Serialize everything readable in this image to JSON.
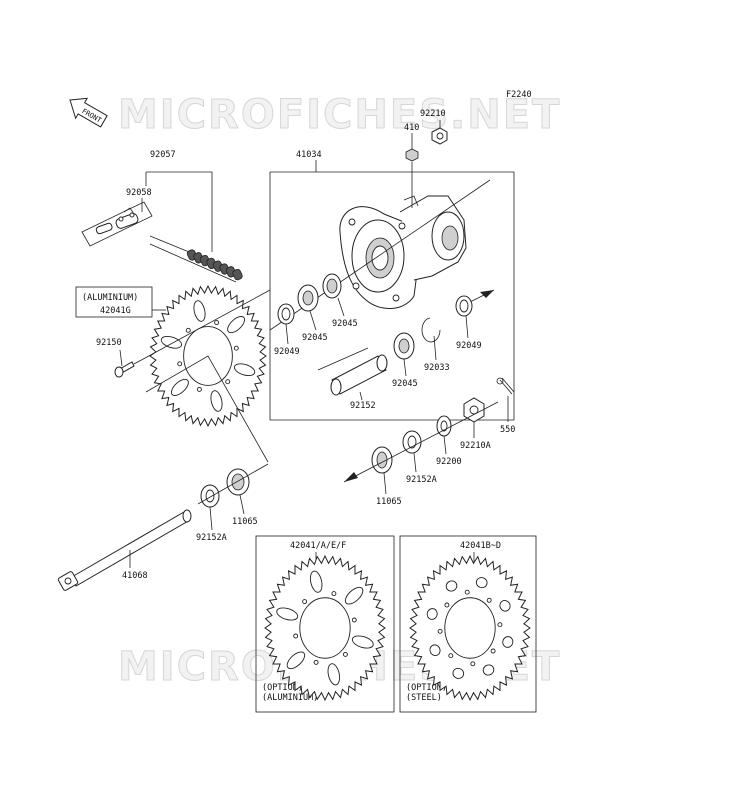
{
  "watermark": "MICROFICHES.NET",
  "figure_code": "F2240",
  "front_label": "FRONT",
  "parts": {
    "p92210": "92210",
    "p410": "410",
    "p92057": "92057",
    "p41034": "41034",
    "p92058": "92058",
    "aluminium_note": "(ALUMINIUM)",
    "p42041G": "42041G",
    "p92045_a": "92045",
    "p92045_b": "92045",
    "p92049_a": "92049",
    "p92049_b": "92049",
    "p92150": "92150",
    "p92033": "92033",
    "p92045_c": "92045",
    "p92152": "92152",
    "p550": "550",
    "p92210A": "92210A",
    "p92200": "92200",
    "p92152A_a": "92152A",
    "p11065_a": "11065",
    "p11065_b": "11065",
    "p92152A_b": "92152A",
    "p41068": "41068"
  },
  "option_boxes": {
    "left": {
      "part": "42041/A/E/F",
      "note1": "(OPTION)",
      "note2": "(ALUMINIUM)"
    },
    "right": {
      "part": "42041B~D",
      "note1": "(OPTION)",
      "note2": "(STEEL)"
    }
  }
}
